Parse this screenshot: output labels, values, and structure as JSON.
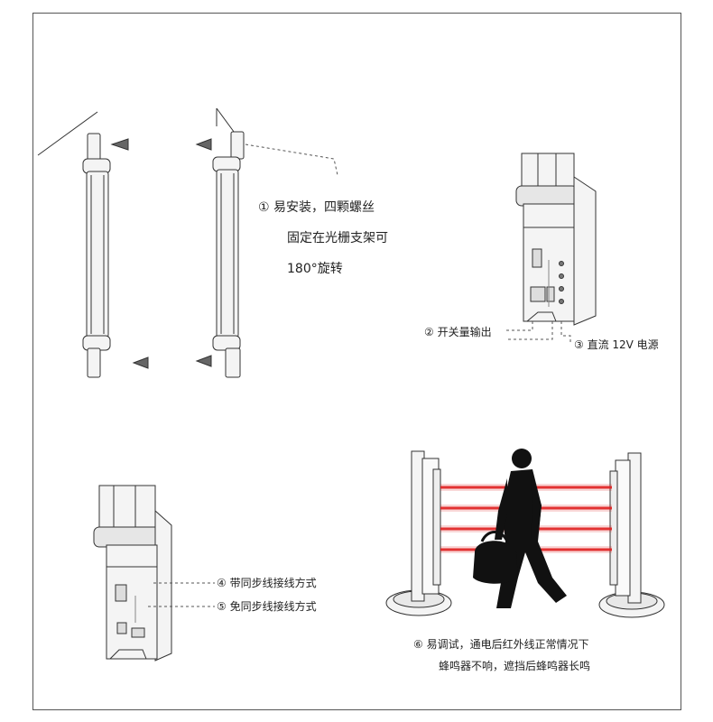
{
  "steps": {
    "step1": {
      "line1": "① 易安装，四颗螺丝",
      "line2": "固定在光栅支架可",
      "line3": "180°旋转"
    },
    "step2": {
      "label": "② 开关量输出"
    },
    "step3": {
      "label": "③ 直流 12V 电源"
    },
    "step4": {
      "label": "④ 带同步线接线方式"
    },
    "step5": {
      "label": "⑤ 免同步线接线方式"
    },
    "step6": {
      "line1": "⑥ 易调试，通电后红外线正常情况下",
      "line2": "蜂鸣器不响，遮挡后蜂鸣器长鸣"
    }
  },
  "colors": {
    "beam": "#e02020",
    "line": "#333333",
    "device": "#f2f2f2"
  },
  "beams": {
    "count": 4
  }
}
